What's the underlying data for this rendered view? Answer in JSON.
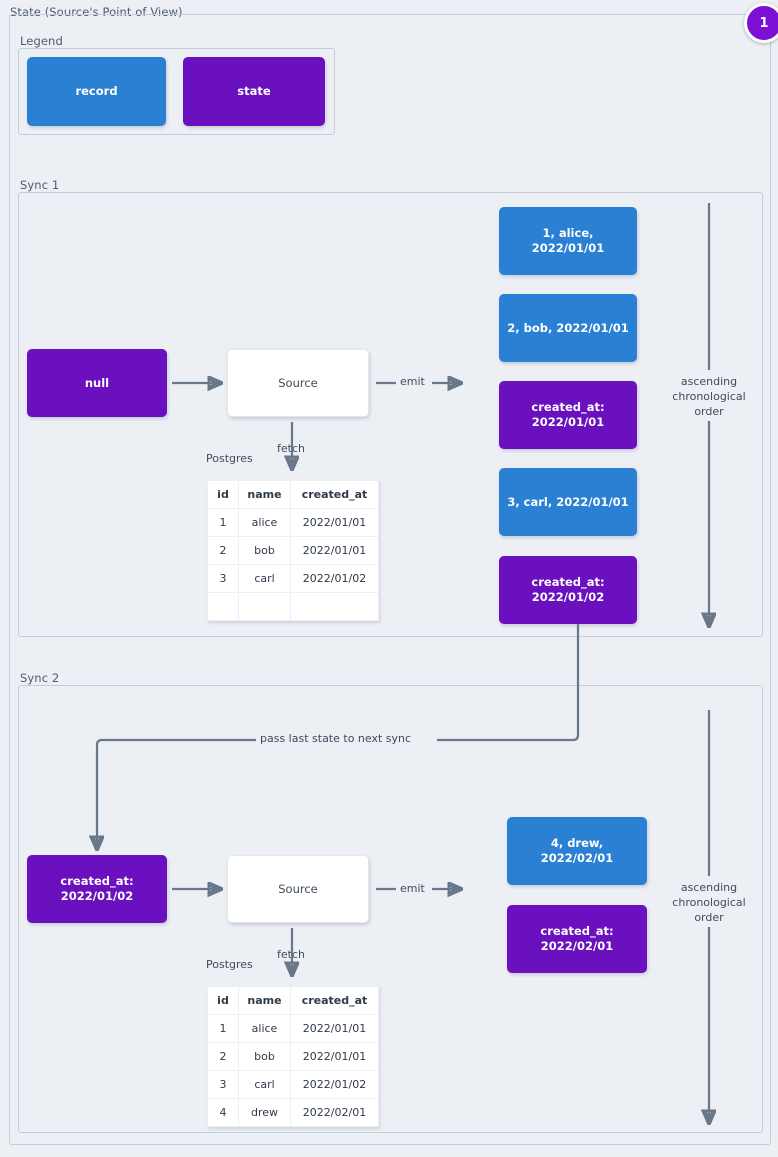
{
  "page": {
    "title": "State (Source's Point of View)",
    "badge": "1",
    "colors": {
      "record": "#2a80d2",
      "state": "#6a10bf",
      "background": "#eceff4",
      "frame_border": "#c3cedd",
      "wire": "#68788a",
      "badge": "#7b0fd4"
    }
  },
  "legend": {
    "title": "Legend",
    "items": [
      {
        "label": "record",
        "kind": "record"
      },
      {
        "label": "state",
        "kind": "state"
      }
    ]
  },
  "sync1": {
    "title": "Sync 1",
    "state_in": {
      "label": "null",
      "kind": "state"
    },
    "source": {
      "label": "Source"
    },
    "fetch_label": "fetch",
    "db_label": "Postgres",
    "emit_label": "emit",
    "order_label": "ascending chronological order",
    "table": {
      "columns": [
        "id",
        "name",
        "created_at"
      ],
      "rows": [
        [
          "1",
          "alice",
          "2022/01/01"
        ],
        [
          "2",
          "bob",
          "2022/01/01"
        ],
        [
          "3",
          "carl",
          "2022/01/02"
        ],
        [
          "",
          "",
          ""
        ]
      ]
    },
    "emitted": [
      {
        "kind": "record",
        "lines": [
          "1, alice, 2022/01/01"
        ]
      },
      {
        "kind": "record",
        "lines": [
          "2, bob, 2022/01/01"
        ]
      },
      {
        "kind": "state",
        "lines": [
          "created_at:",
          "2022/01/01"
        ]
      },
      {
        "kind": "record",
        "lines": [
          "3, carl, 2022/01/01"
        ]
      },
      {
        "kind": "state",
        "lines": [
          "created_at:",
          "2022/01/02"
        ]
      }
    ]
  },
  "pass_state_label": "pass last state to next sync",
  "sync2": {
    "title": "Sync 2",
    "state_in": {
      "kind": "state",
      "lines": [
        "created_at:",
        "2022/01/02"
      ]
    },
    "source": {
      "label": "Source"
    },
    "fetch_label": "fetch",
    "db_label": "Postgres",
    "emit_label": "emit",
    "order_label": "ascending chronological order",
    "table": {
      "columns": [
        "id",
        "name",
        "created_at"
      ],
      "rows": [
        [
          "1",
          "alice",
          "2022/01/01"
        ],
        [
          "2",
          "bob",
          "2022/01/01"
        ],
        [
          "3",
          "carl",
          "2022/01/02"
        ],
        [
          "4",
          "drew",
          "2022/02/01"
        ]
      ]
    },
    "emitted": [
      {
        "kind": "record",
        "lines": [
          "4, drew, 2022/02/01"
        ]
      },
      {
        "kind": "state",
        "lines": [
          "created_at:",
          "2022/02/01"
        ]
      }
    ]
  }
}
